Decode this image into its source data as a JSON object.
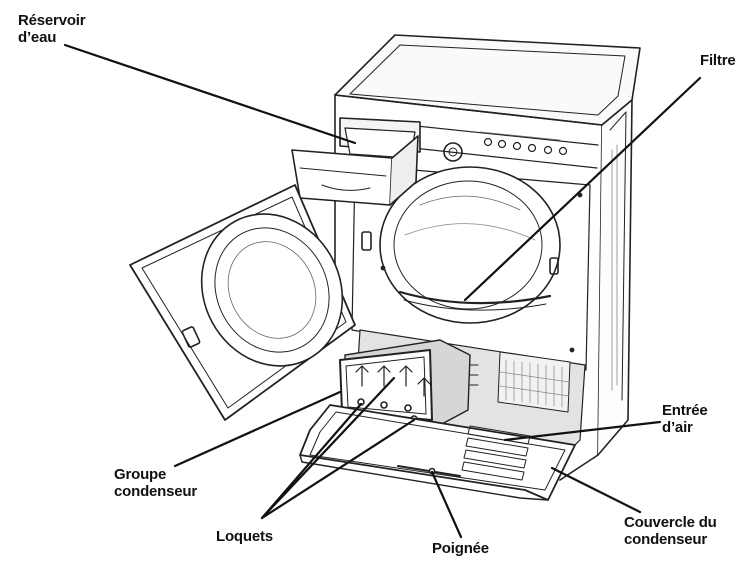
{
  "diagram": {
    "labels": {
      "reservoir": [
        "Réservoir",
        "d’eau"
      ],
      "filtre": [
        "Filtre"
      ],
      "entree": [
        "Entrée",
        "d’air"
      ],
      "groupe": [
        "Groupe",
        "condenseur"
      ],
      "loquets": [
        "Loquets"
      ],
      "poignee": [
        "Poignée"
      ],
      "couvercle": [
        "Couvercle du",
        "condenseur"
      ]
    }
  }
}
